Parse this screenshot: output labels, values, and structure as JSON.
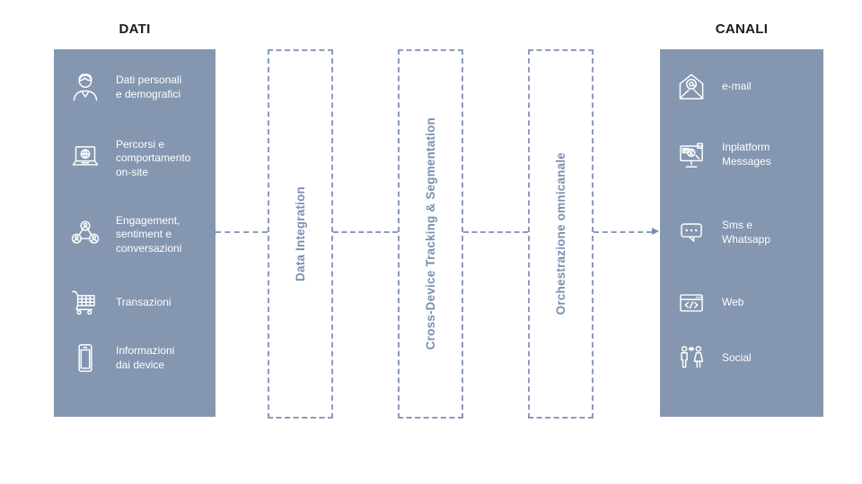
{
  "diagram": {
    "colors": {
      "panel_bg": "#8496B0",
      "panel_text": "#ffffff",
      "box_border": "#8C9CB8",
      "box_text": "#7A8FB0",
      "header_text": "#1a1a1a",
      "arrow": "#7A8FB0"
    },
    "left_panel": {
      "header": "DATI",
      "items": [
        {
          "icon": "person-icon",
          "label": "Dati personali\ne demografici"
        },
        {
          "icon": "laptop-icon",
          "label": "Percorsi e\ncomportamento\non-site"
        },
        {
          "icon": "network-icon",
          "label": "Engagement,\nsentiment e\nconversazioni"
        },
        {
          "icon": "cart-icon",
          "label": "Transazioni"
        },
        {
          "icon": "phone-icon",
          "label": "Informazioni\ndai device"
        }
      ]
    },
    "process_boxes": [
      {
        "label": "Data Integration"
      },
      {
        "label": "Cross-Device Tracking & Segmentation"
      },
      {
        "label": "Orchestrazione omnicanale"
      }
    ],
    "right_panel": {
      "header": "CANALI",
      "items": [
        {
          "icon": "email-icon",
          "label": "e-mail"
        },
        {
          "icon": "monitor-message-icon",
          "label": "Inplatform\nMessages"
        },
        {
          "icon": "chat-icon",
          "label": "Sms e\nWhatsapp"
        },
        {
          "icon": "web-icon",
          "label": "Web"
        },
        {
          "icon": "social-icon",
          "label": "Social"
        }
      ]
    }
  }
}
